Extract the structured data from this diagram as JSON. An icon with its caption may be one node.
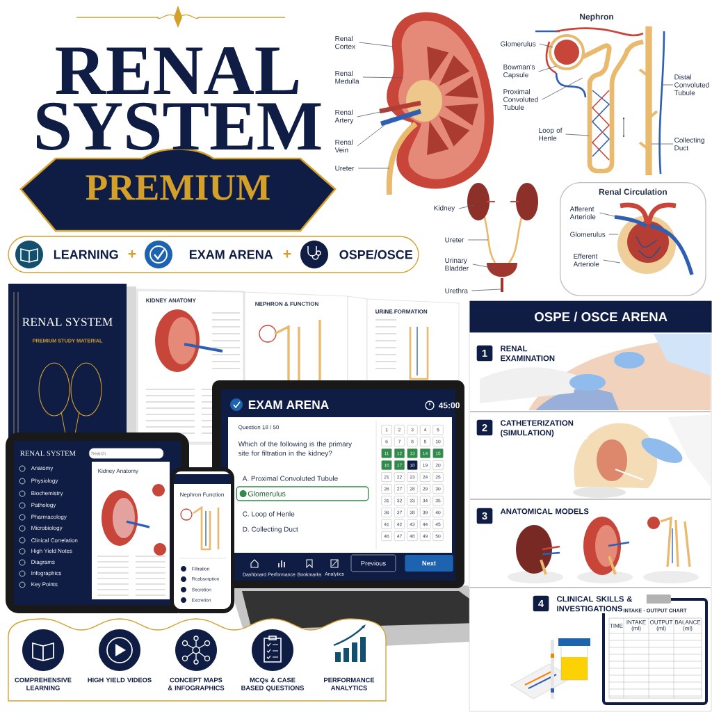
{
  "diagram": {
    "title": "RENAL SYSTEM",
    "nodes": [
      {
        "text": [
          "PREMIUM"
        ]
      },
      {
        "text": [
          "Renal Circulation"
        ]
      },
      {
        "text": [
          "Renal Cortex"
        ]
      },
      {
        "text": [
          "Renal Medulla"
        ]
      },
      {
        "text": [
          "Renal Artery"
        ]
      },
      {
        "text": [
          "Renal Vein"
        ]
      },
      {
        "text": [
          "Ureter"
        ]
      },
      {
        "text": [
          "Glomerulus"
        ]
      },
      {
        "text": [
          "Bowman's Capsule"
        ]
      },
      {
        "text": [
          "Proximal Convoluted Tubule"
        ]
      },
      {
        "text": [
          "Loop of Henle"
        ]
      },
      {
        "text": [
          "Distal Convoluted Tubule"
        ]
      },
      {
        "text": [
          "Collecting Duct"
        ]
      },
      {
        "text": [
          "Kidney"
        ]
      },
      {
        "text": [
          "Ureter"
        ]
      },
      {
        "text": [
          "Urinary Bladder"
        ]
      },
      {
        "text": [
          "Urethra"
        ]
      },
      {
        "text": [
          "Afferent Arteriole"
        ],
        "in": 1
      },
      {
        "text": [
          "Glomerulus"
        ],
        "in": 1
      },
      {
        "text": [
          "Efferent Arteriole"
        ],
        "in": 1
      },
      {
        "text": [
          "OSPE / OSCE ARENA"
        ]
      },
      {
        "text": [
          "1"
        ],
        "beside": [
          "RENAL EXAMINATION"
        ]
      },
      {
        "text": [
          "2"
        ],
        "beside": [
          "CATHETERIZATION (SIMULATION)"
        ]
      },
      {
        "text": [
          "3"
        ],
        "beside": [
          "ANATOMICAL MODELS"
        ]
      },
      {
        "text": [
          "4"
        ],
        "beside": [
          "CLINICAL SKILLS & INVESTIGATIONS"
        ]
      },
      {
        "text": [
          "Glomerulus"
        ]
      },
      {
        "text": [
          "Previous"
        ]
      },
      {
        "text": [
          "Next"
        ]
      }
    ],
    "edges": [
      {
        "from": 2,
        "to": null,
        "arrow": "none"
      },
      {
        "from": 3,
        "to": null,
        "arrow": "none"
      },
      {
        "from": 4,
        "to": null,
        "arrow": "none"
      },
      {
        "from": 5,
        "to": null,
        "arrow": "none"
      },
      {
        "from": 6,
        "to": null,
        "arrow": "none"
      },
      {
        "from": 7,
        "to": null,
        "arrow": "none"
      },
      {
        "from": 8,
        "to": null,
        "arrow": "none"
      },
      {
        "from": 9,
        "to": null,
        "arrow": "none"
      },
      {
        "from": 10,
        "to": null,
        "arrow": "none"
      },
      {
        "from": 11,
        "to": null,
        "arrow": "none"
      },
      {
        "from": 12,
        "to": null,
        "arrow": "none"
      },
      {
        "from": 13,
        "to": null,
        "arrow": "none"
      },
      {
        "from": 14,
        "to": null,
        "arrow": "none"
      },
      {
        "from": 15,
        "to": null,
        "arrow": "none"
      },
      {
        "from": 16,
        "to": null,
        "arrow": "none"
      },
      {
        "from": 17,
        "to": null,
        "arrow": "none"
      },
      {
        "from": 18,
        "to": null,
        "arrow": "none"
      },
      {
        "from": 19,
        "to": null,
        "arrow": "none"
      }
    ],
    "labels": [
      "LEARNING",
      "+",
      "EXAM ARENA",
      "+",
      "OSPE/OSCE",
      "Nephron",
      "RENAL SYSTEM",
      "PREMIUM STUDY MATERIAL",
      "KIDNEY ANATOMY",
      "NEPHRON & FUNCTION",
      "URINE FORMATION",
      "RENAL SYSTEM",
      "Search",
      "Anatomy",
      "Physiology",
      "Biochemistry",
      "Pathology",
      "Pharmacology",
      "Microbiology",
      "Clinical Correlation",
      "High Yield Notes",
      "Diagrams",
      "Infographics",
      "Key Points",
      "Kidney Anatomy",
      "Nephron Function",
      "Filtration",
      "Reabsorption",
      "Secretion",
      "Excretion",
      "EXAM ARENA",
      "45:00",
      "Question 18 / 50",
      "Which of the following is the primary site for filtration in the kidney?",
      "A. Proximal Convoluted Tubule",
      "C. Loop of Henle",
      "D. Collecting Duct",
      "1",
      "2",
      "3",
      "4",
      "5",
      "6",
      "7",
      "8",
      "9",
      "10",
      "11",
      "12",
      "13",
      "14",
      "15",
      "16",
      "17",
      "18",
      "19",
      "20",
      "21",
      "22",
      "23",
      "24",
      "25",
      "26",
      "27",
      "28",
      "29",
      "30",
      "31",
      "32",
      "33",
      "34",
      "35",
      "36",
      "37",
      "38",
      "39",
      "40",
      "41",
      "42",
      "43",
      "44",
      "45",
      "46",
      "47",
      "48",
      "49",
      "50",
      "Dashboard",
      "Performance",
      "Bookmarks",
      "Analytics",
      "INTAKE - OUTPUT CHART",
      "TIME",
      "INTAKE (ml)",
      "OUTPUT (ml)",
      "BALANCE (ml)",
      "COMPREHENSIVE LEARNING",
      "HIGH YIELD VIDEOS",
      "CONCEPT MAPS & INFOGRAPHICS",
      "MCQs & CASE BASED QUESTIONS",
      "PERFORMANCE ANALYTICS"
    ]
  }
}
